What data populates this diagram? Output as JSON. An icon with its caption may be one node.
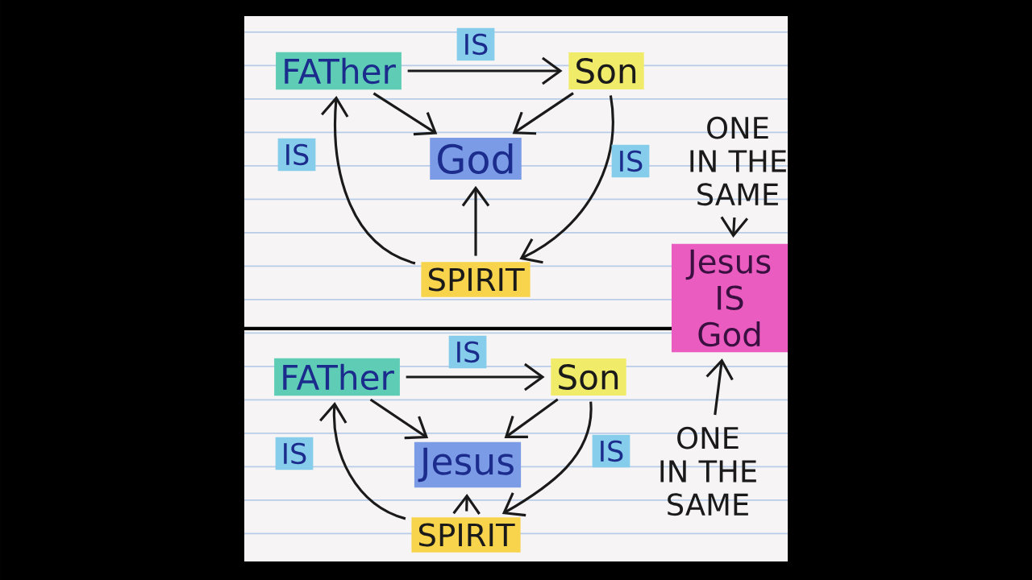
{
  "diagram": {
    "nodes": [
      {
        "text": [
          "FATher"
        ]
      },
      {
        "text": [
          "Son"
        ]
      },
      {
        "text": [
          "God"
        ]
      },
      {
        "text": [
          "SPIRIT"
        ]
      },
      {
        "text": [
          "ONE IN THE SAME"
        ]
      },
      {
        "text": [
          "Jesus IS God"
        ]
      },
      {
        "text": [
          "FATher"
        ]
      },
      {
        "text": [
          "Son"
        ]
      },
      {
        "text": [
          "Jesus"
        ]
      },
      {
        "text": [
          "SPIRIT"
        ]
      },
      {
        "text": [
          "ONE IN THE SAME"
        ]
      }
    ],
    "edges": [
      {
        "from": 0,
        "to": 1,
        "arrow": "to",
        "label": "IS"
      },
      {
        "from": 0,
        "to": 2,
        "arrow": "to"
      },
      {
        "from": 1,
        "to": 2,
        "arrow": "to"
      },
      {
        "from": 3,
        "to": 2,
        "arrow": "to"
      },
      {
        "from": 3,
        "to": 0,
        "arrow": "to",
        "label": "IS"
      },
      {
        "from": 1,
        "to": 3,
        "arrow": "to",
        "label": "IS"
      },
      {
        "from": 4,
        "to": 5,
        "arrow": "to"
      },
      {
        "from": 6,
        "to": 7,
        "arrow": "to",
        "label": "IS"
      },
      {
        "from": 6,
        "to": 8,
        "arrow": "to"
      },
      {
        "from": 7,
        "to": 8,
        "arrow": "to"
      },
      {
        "from": 9,
        "to": 8,
        "arrow": "to"
      },
      {
        "from": 9,
        "to": 6,
        "arrow": "to",
        "label": "IS"
      },
      {
        "from": 7,
        "to": 9,
        "arrow": "to",
        "label": "IS"
      },
      {
        "from": 10,
        "to": 5,
        "arrow": "to"
      }
    ]
  }
}
